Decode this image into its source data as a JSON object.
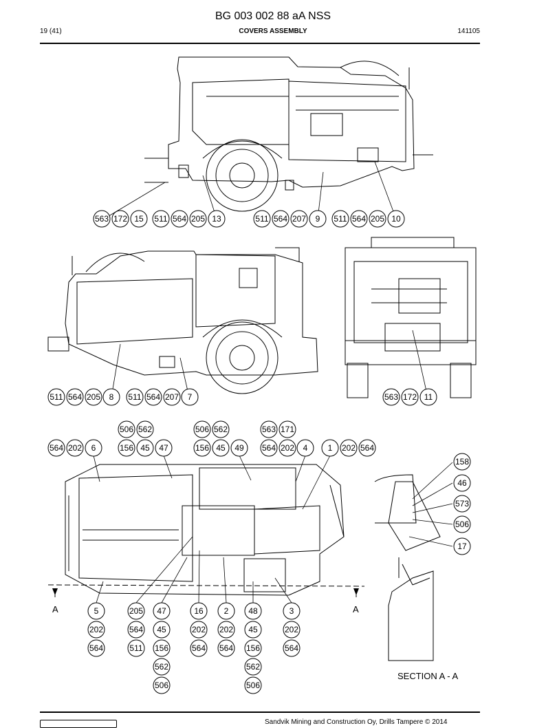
{
  "header": {
    "document_id": "BG 003 002 88 aA NSS",
    "page": "19 (41)",
    "section_title": "COVERS ASSEMBLY",
    "date": "141105"
  },
  "views": {
    "section_label": "SECTION A - A",
    "section_marker": "A"
  },
  "callouts": {
    "side_top": [
      "563",
      "172",
      "15",
      "511",
      "564",
      "205",
      "13",
      "511",
      "564",
      "207",
      "9",
      "511",
      "564",
      "205",
      "10"
    ],
    "side_left": [
      "511",
      "564",
      "205",
      "8",
      "511",
      "564",
      "207",
      "7"
    ],
    "rear": [
      "563",
      "172",
      "11"
    ],
    "top_row1": [
      "506",
      "562",
      "506",
      "562",
      "563",
      "171"
    ],
    "top_row2": [
      "564",
      "202",
      "6",
      "156",
      "45",
      "47",
      "156",
      "45",
      "49",
      "564",
      "202",
      "4",
      "1",
      "202",
      "564"
    ],
    "right_col": [
      "158",
      "46",
      "573",
      "506",
      "17"
    ],
    "bottom": [
      [
        "5",
        "202",
        "564"
      ],
      [
        "205",
        "564",
        "511"
      ],
      [
        "47",
        "45",
        "156",
        "562",
        "506"
      ],
      [
        "16",
        "202",
        "564"
      ],
      [
        "2",
        "202",
        "564"
      ],
      [
        "48",
        "45",
        "156",
        "562",
        "506"
      ],
      [
        "3",
        "202",
        "564"
      ]
    ]
  },
  "footer": {
    "copyright": "Sandvik Mining and Construction Oy, Drills Tampere © 2014"
  }
}
